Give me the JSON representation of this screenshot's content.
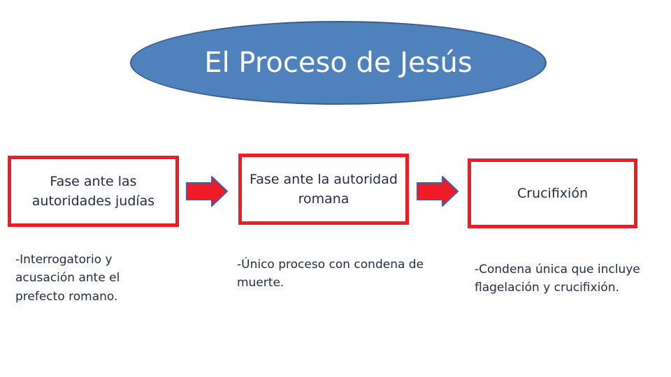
{
  "title": "El Proceso de Jesús",
  "phases": [
    {
      "label": "Fase ante las autoridades judías",
      "note": "-Interrogatorio y acusación ante el prefecto romano."
    },
    {
      "label": "Fase ante la autoridad romana",
      "note": "-Único proceso con condena de muerte."
    },
    {
      "label": "Crucifixión",
      "note": "-Condena única que incluye flagelación y crucifixión."
    }
  ],
  "colors": {
    "title_fill": "#4f81bd",
    "title_border": "#385d8a",
    "box_border": "#ee1c25",
    "arrow_fill": "#ee1c25",
    "arrow_border": "#3a5fb0",
    "text": "#1f2a44"
  },
  "icons": [
    "right-arrow-icon"
  ]
}
